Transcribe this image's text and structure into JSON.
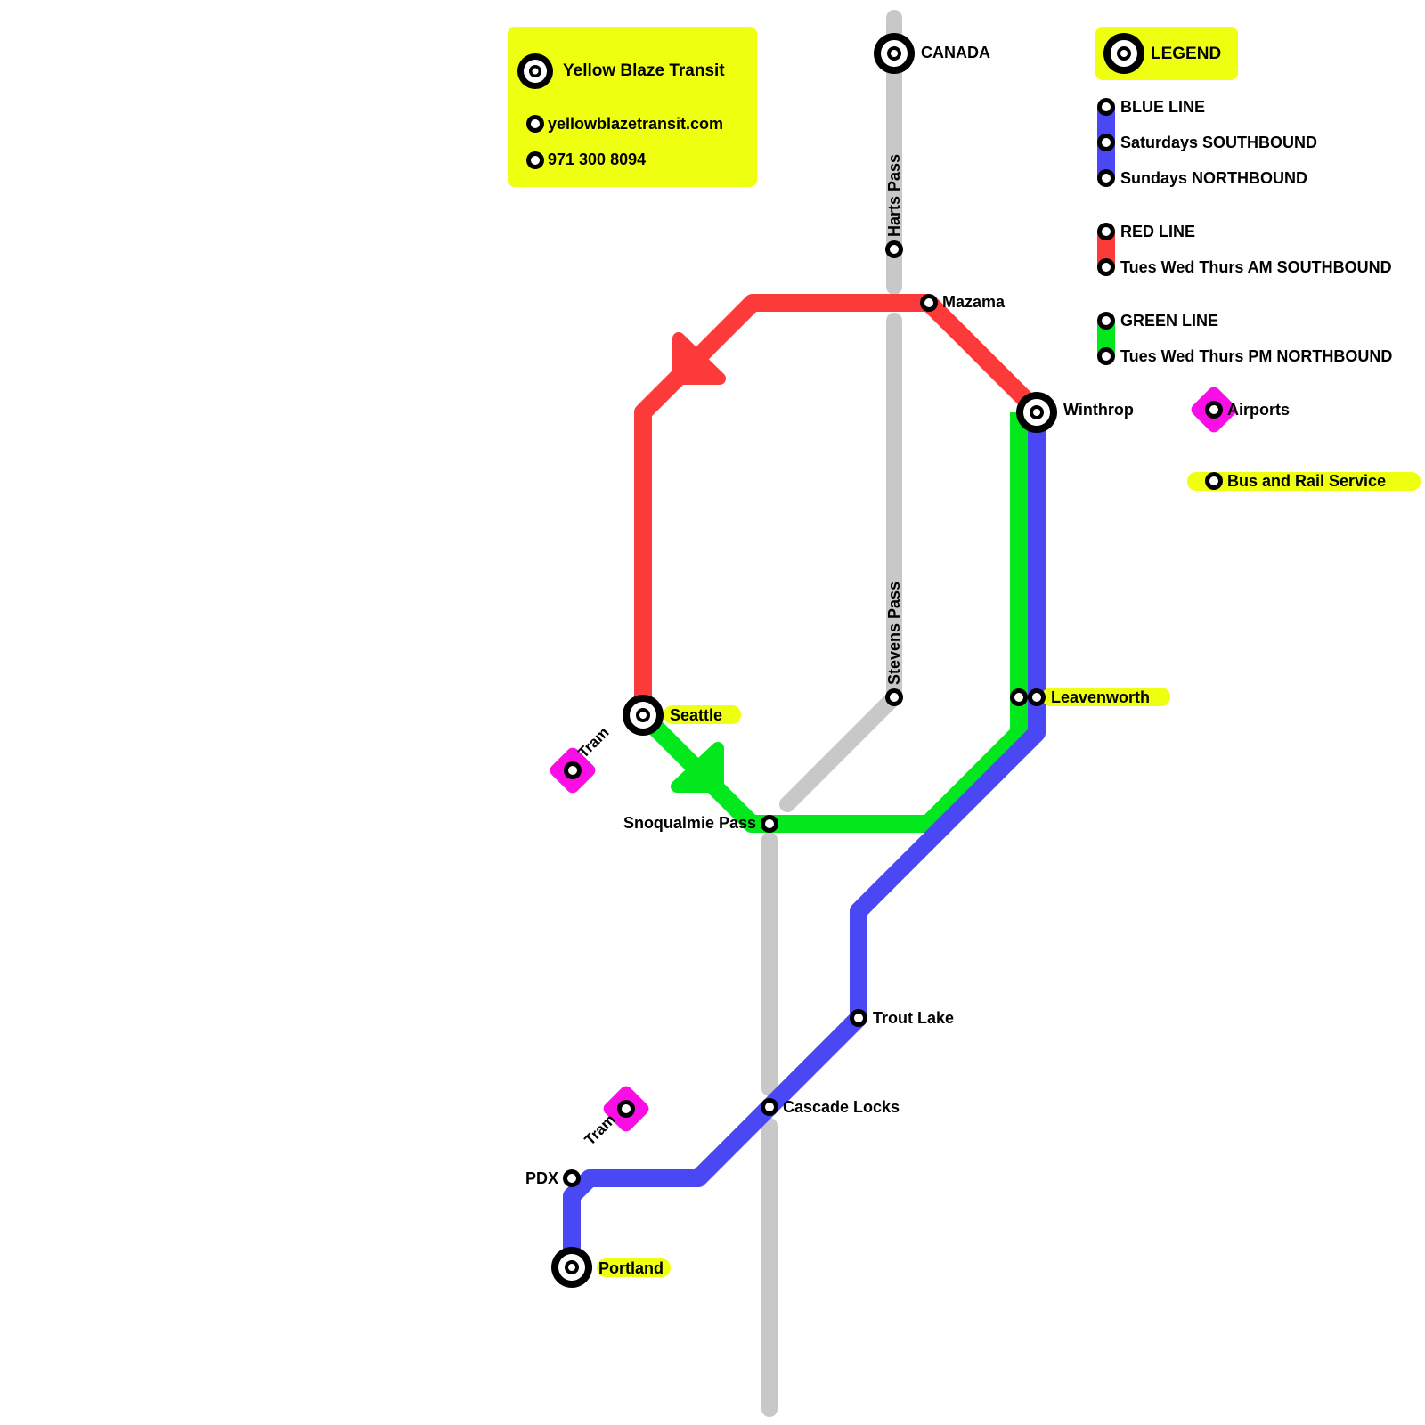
{
  "colors": {
    "blue": "#4a48f5",
    "red": "#fd3a3a",
    "green": "#03e81d",
    "gray": "#c8c8c8",
    "yellow": "#eeff10",
    "magenta": "#f90ee6",
    "station_ring": "#000000",
    "station_fill": "#ffffff"
  },
  "info_box": {
    "title": "Yellow Blaze Transit",
    "website": "yellowblazetransit.com",
    "phone": "971 300 8094"
  },
  "legend": {
    "title": "LEGEND",
    "lines": [
      {
        "color_key": "blue",
        "name": "BLUE LINE",
        "entries": [
          "Saturdays SOUTHBOUND",
          "Sundays NORTHBOUND"
        ]
      },
      {
        "color_key": "red",
        "name": "RED LINE",
        "entries": [
          "Tues Wed Thurs AM SOUTHBOUND"
        ]
      },
      {
        "color_key": "green",
        "name": "GREEN LINE",
        "entries": [
          "Tues Wed Thurs PM NORTHBOUND"
        ]
      }
    ],
    "airports_label": "Airports",
    "bus_rail_label": "Bus and Rail Service"
  },
  "stations": {
    "canada": "CANADA",
    "harts_pass": "Harts Pass",
    "mazama": "Mazama",
    "winthrop": "Winthrop",
    "stevens_pass": "Stevens Pass",
    "leavenworth": "Leavenworth",
    "seattle": "Seattle",
    "seattle_tram": "Tram",
    "snoqualmie_pass": "Snoqualmie Pass",
    "trout_lake": "Trout Lake",
    "cascade_locks": "Cascade Locks",
    "pdx": "PDX",
    "pdx_tram": "Tram",
    "portland": "Portland"
  }
}
